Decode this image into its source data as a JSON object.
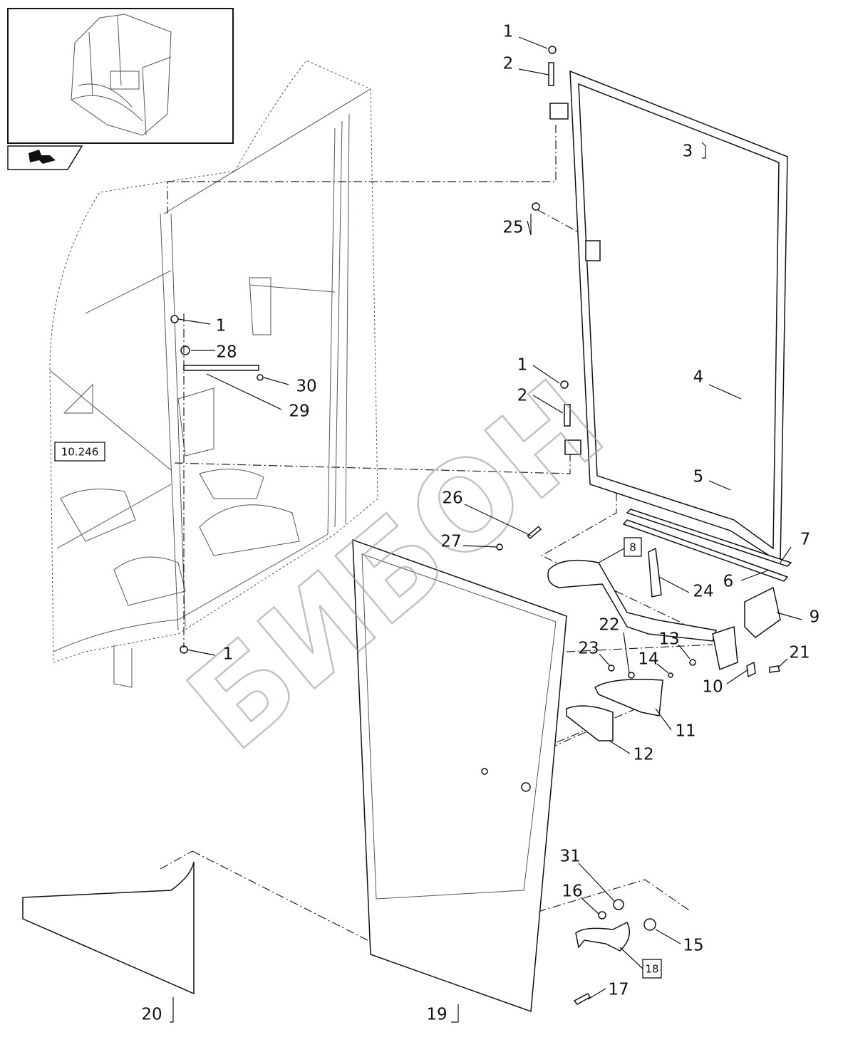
{
  "watermark": "БИБОН",
  "thumbnail": {
    "icon": "cab-overview-thumbnail",
    "nav_icon": "return-arrow-icon"
  },
  "references": {
    "section": "10.246",
    "item8": "8",
    "item18": "18"
  },
  "callouts": [
    "1",
    "2",
    "3",
    "25",
    "1",
    "28",
    "30",
    "29",
    "1",
    "2",
    "4",
    "5",
    "26",
    "27",
    "7",
    "6",
    "24",
    "9",
    "22",
    "13",
    "23",
    "14",
    "21",
    "10",
    "11",
    "12",
    "1",
    "31",
    "16",
    "15",
    "17",
    "20",
    "19"
  ]
}
